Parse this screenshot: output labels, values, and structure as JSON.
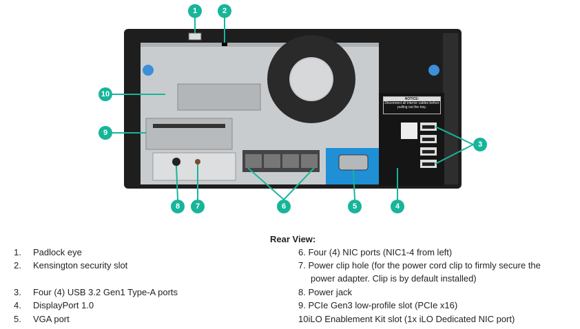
{
  "callouts": [
    "1",
    "2",
    "3",
    "4",
    "5",
    "6",
    "7",
    "8",
    "9",
    "10"
  ],
  "notice": {
    "title": "NOTICE:",
    "text": "Disconnect all interior cables before pulling out the tray."
  },
  "title": "Rear View:",
  "left_items": [
    {
      "num": "1.",
      "text": "Padlock eye"
    },
    {
      "num": "2.",
      "text": "Kensington security slot"
    },
    {
      "num": "3.",
      "text": "Four (4) USB 3.2 Gen1 Type-A ports"
    },
    {
      "num": "4.",
      "text": "DisplayPort 1.0"
    },
    {
      "num": "5.",
      "text": "VGA port"
    }
  ],
  "right_items": [
    {
      "num": "6.",
      "text": "Four (4) NIC ports (NIC1-4 from left)"
    },
    {
      "num": "7.",
      "text": "Power clip hole (for the power cord clip to firmly secure the",
      "text2": "power adapter. Clip is by default installed)"
    },
    {
      "num": "8.",
      "text": "Power jack"
    },
    {
      "num": "9.",
      "text": "PCIe Gen3 low-profile slot (PCIe x16)"
    },
    {
      "num": "10",
      "text": "iLO Enablement Kit slot (1x iLO Dedicated NIC port)"
    }
  ],
  "colors": {
    "callout": "#17b59a",
    "chassis": "#1e1e1e",
    "panel": "#c9cccf",
    "io_blue": "#1f8fd6"
  }
}
